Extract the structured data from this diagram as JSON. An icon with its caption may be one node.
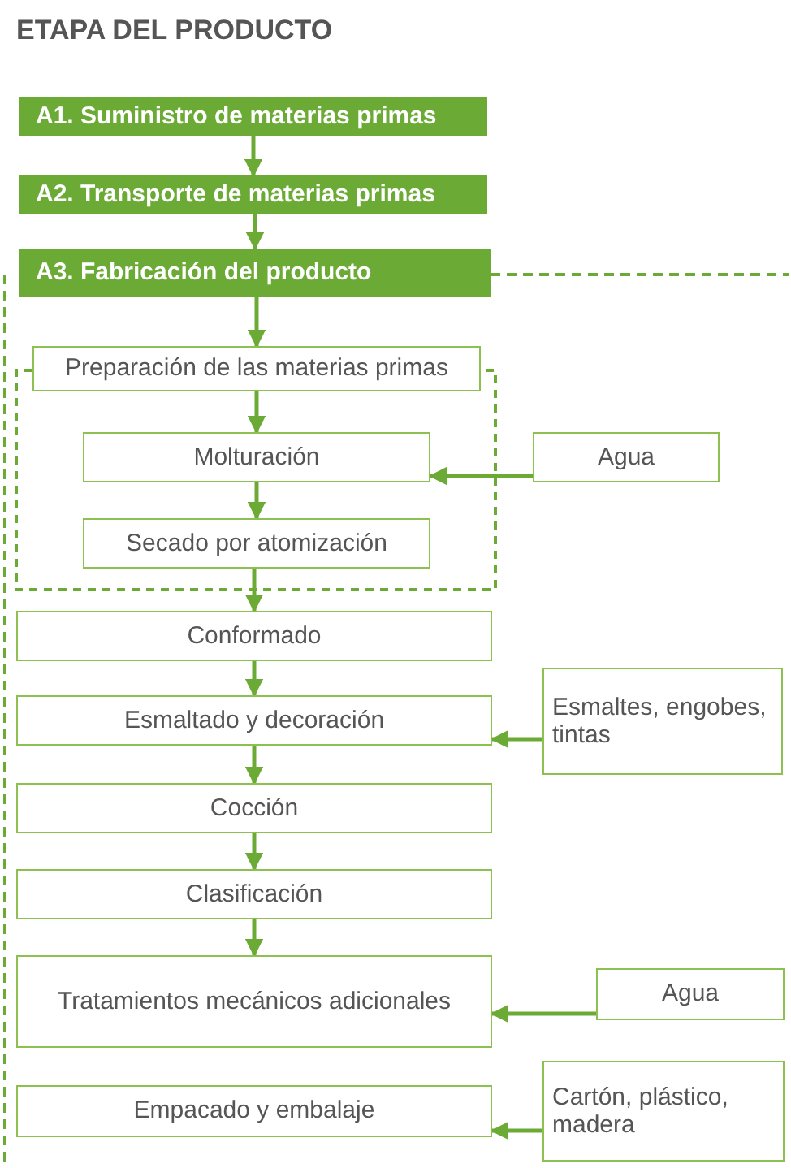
{
  "diagram": {
    "title": "ETAPA DEL PRODUCTO",
    "nodes": [
      {
        "text": [
          "A1. Suministro de materias primas"
        ]
      },
      {
        "text": [
          "A2. Transporte de materias primas"
        ]
      },
      {
        "text": [
          "A3. Fabricación del producto"
        ]
      },
      {
        "text": [
          "Preparación de las materias primas"
        ]
      },
      {
        "text": [
          "Molturación"
        ]
      },
      {
        "text": [
          "Agua"
        ]
      },
      {
        "text": [
          "Secado por atomización"
        ]
      },
      {
        "text": [
          "Conformado"
        ]
      },
      {
        "text": [
          "Esmaltado y decoración"
        ]
      },
      {
        "text": [
          "Esmaltes, engobes, tintas"
        ]
      },
      {
        "text": [
          "Cocción"
        ]
      },
      {
        "text": [
          "Clasificación"
        ]
      },
      {
        "text": [
          "Tratamientos mecánicos adicionales"
        ]
      },
      {
        "text": [
          "Agua"
        ]
      },
      {
        "text": [
          "Empacado y embalaje"
        ]
      },
      {
        "text": [
          "Cartón, plástico, madera"
        ]
      }
    ],
    "edges": [
      {
        "from": 0,
        "to": 1,
        "arrow": "to"
      },
      {
        "from": 1,
        "to": 2,
        "arrow": "to"
      },
      {
        "from": 2,
        "to": 3,
        "arrow": "to"
      },
      {
        "from": 3,
        "to": 4,
        "arrow": "to"
      },
      {
        "from": 5,
        "to": 4,
        "arrow": "to"
      },
      {
        "from": 4,
        "to": 6,
        "arrow": "to"
      },
      {
        "from": 6,
        "to": 7,
        "arrow": "to"
      },
      {
        "from": 7,
        "to": 8,
        "arrow": "to"
      },
      {
        "from": 9,
        "to": 8,
        "arrow": "to"
      },
      {
        "from": 8,
        "to": 10,
        "arrow": "to"
      },
      {
        "from": 10,
        "to": 11,
        "arrow": "to"
      },
      {
        "from": 11,
        "to": 12,
        "arrow": "to"
      },
      {
        "from": 13,
        "to": 12,
        "arrow": "to"
      },
      {
        "from": 15,
        "to": 14,
        "arrow": "to"
      }
    ]
  }
}
